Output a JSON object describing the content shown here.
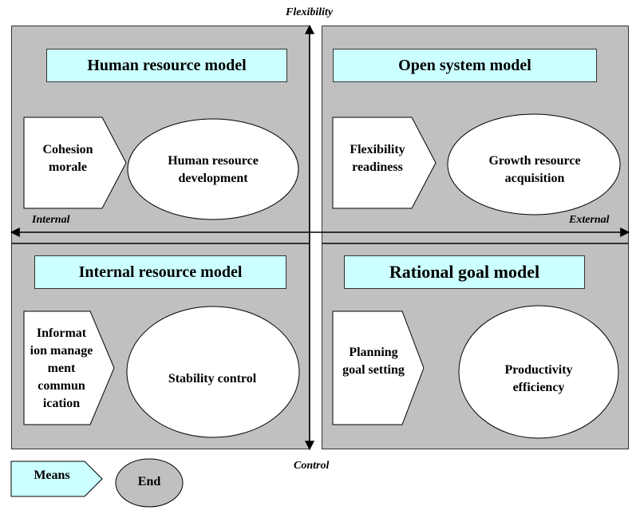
{
  "axes": {
    "top": "Flexibility",
    "bottom": "Control",
    "left": "Internal",
    "right": "External"
  },
  "quadrants": {
    "top_left": {
      "title": "Human resource model",
      "means": "Cohesion morale",
      "end": "Human resource development"
    },
    "top_right": {
      "title": "Open system model",
      "means": "Flexibility readiness",
      "end": "Growth resource acquisition"
    },
    "bottom_left": {
      "title": "Internal resource model",
      "means": "Informat ion manage ment commun ication",
      "end": "Stability control"
    },
    "bottom_right": {
      "title": "Rational goal model",
      "means": "Planning goal setting",
      "end": "Productivity efficiency"
    }
  },
  "legend": {
    "means": "Means",
    "end": "End"
  },
  "colors": {
    "quadrant_fill": "#c0c0c0",
    "title_fill": "#ccffff",
    "shape_fill": "#ffffff",
    "legend_end_fill": "#c0c0c0"
  }
}
